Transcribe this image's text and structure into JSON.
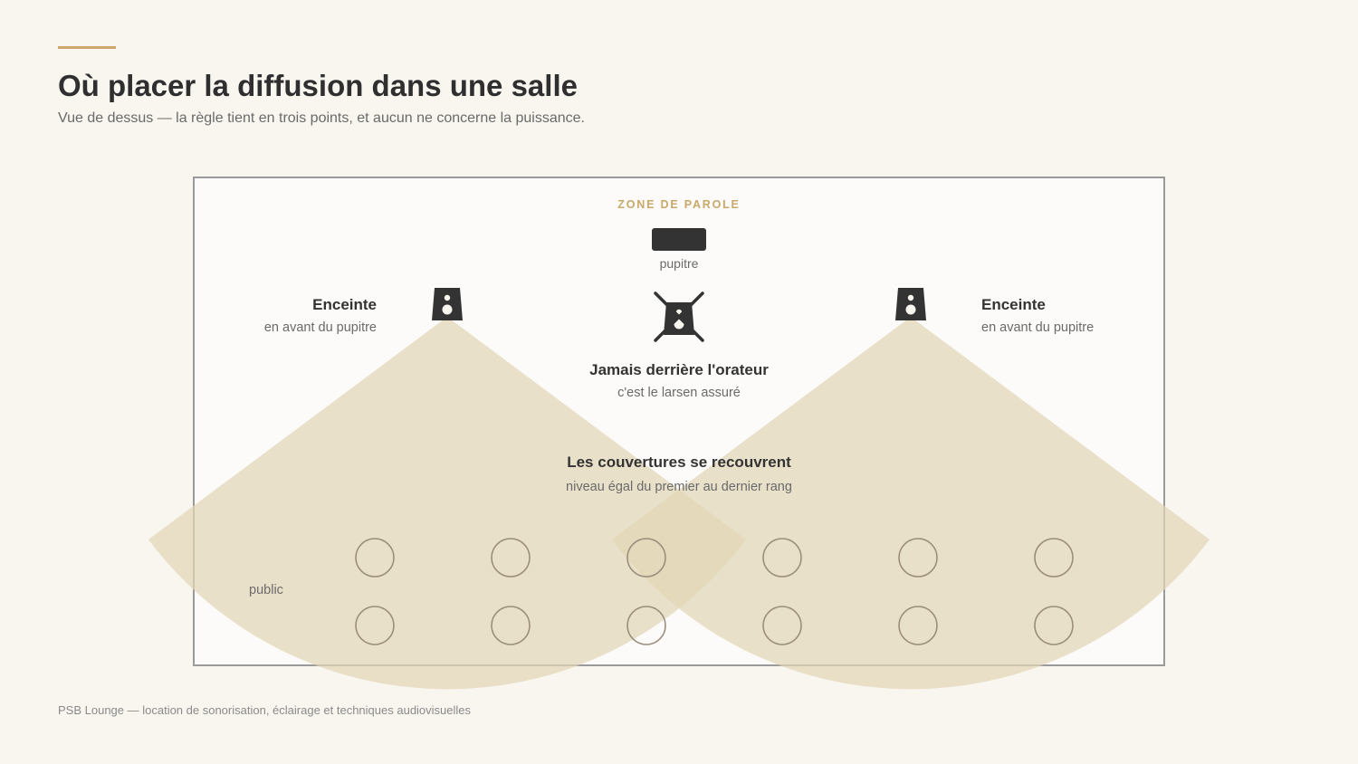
{
  "header": {
    "title": "Où placer la diffusion dans une salle",
    "subtitle": "Vue de dessus — la règle tient en trois points, et aucun ne concerne la puissance."
  },
  "diagram": {
    "zone_label": "ZONE DE PAROLE",
    "lectern_label": "pupitre",
    "speaker_left": {
      "title": "Enceinte",
      "subtitle": "en avant du pupitre"
    },
    "speaker_right": {
      "title": "Enceinte",
      "subtitle": "en avant du pupitre"
    },
    "never_behind": {
      "title": "Jamais derrière l'orateur",
      "subtitle": "c'est le larsen assuré"
    },
    "overlap": {
      "title": "Les couvertures se recouvrent",
      "subtitle": "niveau égal du premier au dernier rang"
    },
    "audience_label": "public",
    "audience_rows": 2,
    "audience_seats_per_row": 6,
    "icons": [
      "speaker-icon",
      "speaker-crossed-icon",
      "lectern-icon",
      "seat-icon"
    ],
    "colors": {
      "accent": "#c9a86a",
      "coverage": "#e2d6b5",
      "dark": "#333333",
      "room_border": "#9a9a9a"
    }
  },
  "footer": {
    "text": "PSB Lounge — location de sonorisation, éclairage et techniques audiovisuelles"
  }
}
